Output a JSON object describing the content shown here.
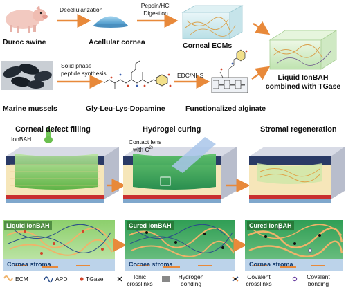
{
  "top": {
    "duroc": "Duroc swine",
    "decell": "Decellularization",
    "cornea": "Acellular cornea",
    "pepsin1": "Pepsin/HCl",
    "pepsin2": "Digestion",
    "ecm": "Corneal ECMs",
    "liquid1": "Liquid IonBAH",
    "liquid2": "combined with TGase",
    "mussels": "Marine mussels",
    "spps1": "Solid phase",
    "spps2": "peptide synthesis",
    "peptide": "Gly-Leu-Lys-Dopamine",
    "edc": "EDC/NHS",
    "alginate": "Functionalized alginate"
  },
  "steps": {
    "s1": "Corneal defect filling",
    "s2": "Hydrogel curing",
    "s3": "Stromal regeneration",
    "ionbah": "IonBAH",
    "contact1": "Contact lens",
    "contact2": "with C",
    "ion_sup": "2+"
  },
  "zoom": {
    "liquid": "Liquid IonBAH",
    "cured1": "Cured IonBAH",
    "cured2": "Cured IonBAH",
    "stroma1": "Cornea stroma",
    "stroma2": "Cornea stroma",
    "stroma3": "Cornea stroma"
  },
  "legend": {
    "ecm": "ECM",
    "apd": "APD",
    "tgase": "TGase",
    "ionic1": "Ionic",
    "ionic2": "crosslinks",
    "hbond1": "Hydrogen",
    "hbond2": "bonding",
    "cov1": "Covalent",
    "cov2": "crosslinks",
    "covb1": "Covalent",
    "covb2": "bonding"
  },
  "colors": {
    "arrow": "#e8893a",
    "gel": "#6cc24a",
    "stroma": "#f3e3b0",
    "ecm_fiber": "#f0b36a",
    "apd": "#2b4d8a",
    "tgase": "#d2452a"
  }
}
